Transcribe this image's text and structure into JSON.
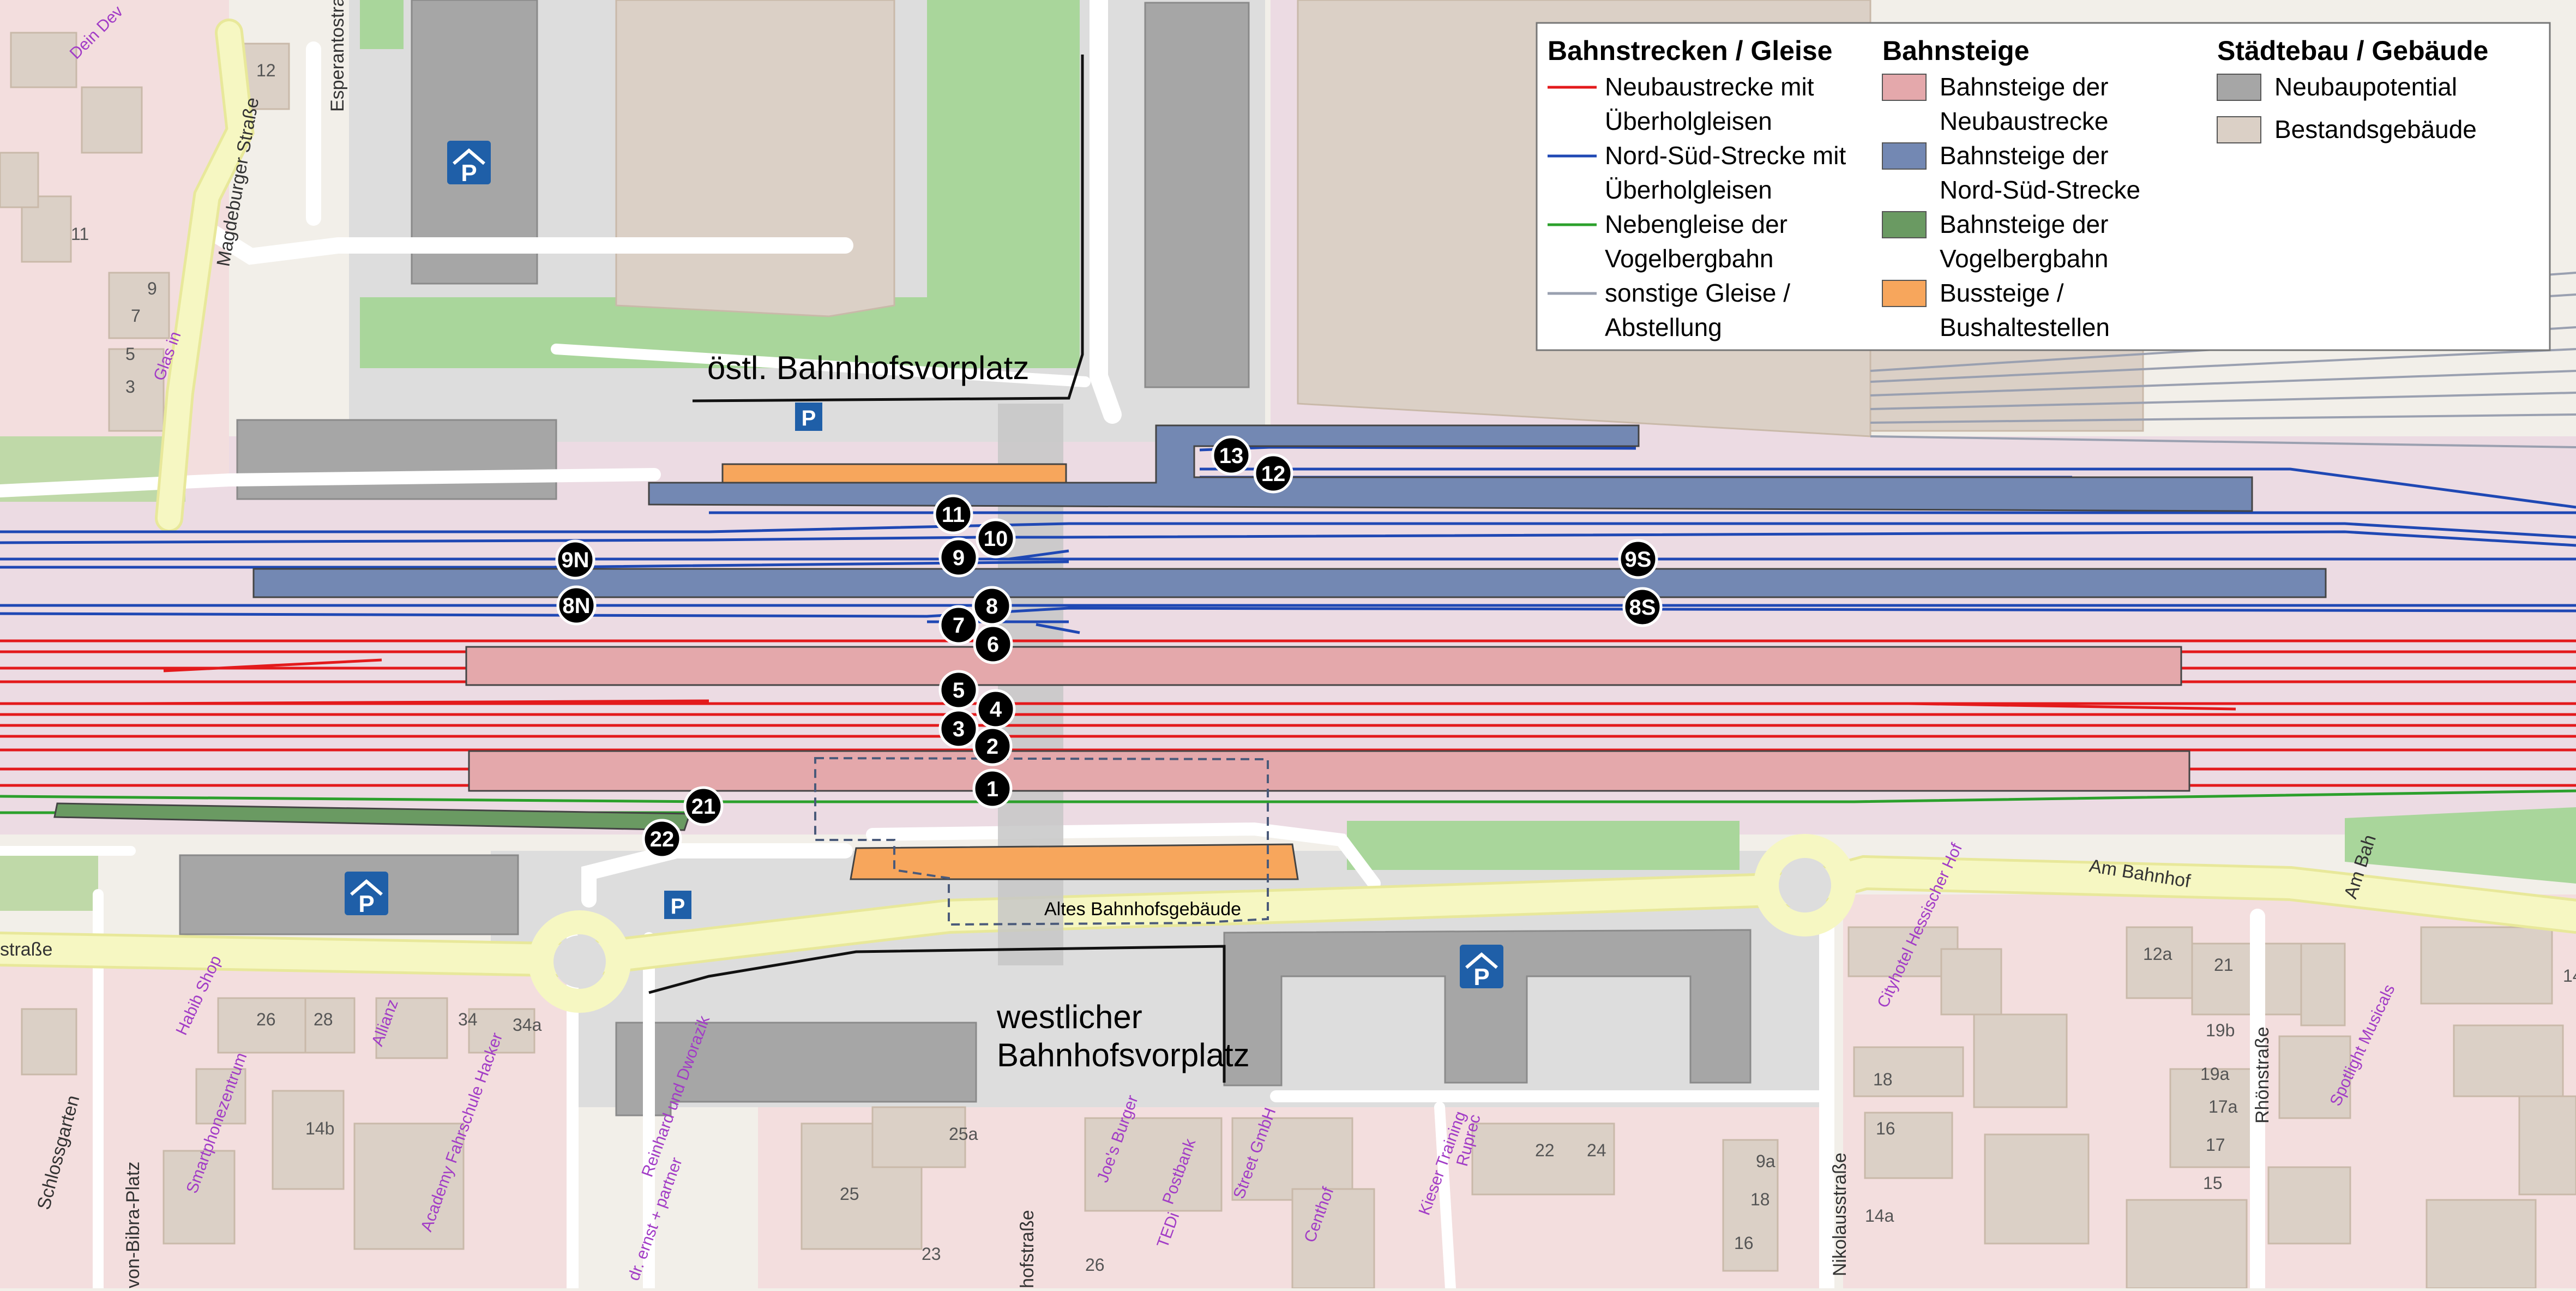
{
  "colors": {
    "neubau_track": "#e31a1c",
    "nordsued_track": "#1f48b4",
    "vogelsberg_track": "#2ca02c",
    "other_track": "#9aa0b0",
    "neubau_platform": "#e4a8ab",
    "nordsued_platform": "#7388b3",
    "vogelsberg_platform": "#6a9a62",
    "bus_platform": "#f7a65c",
    "neubaupotential": "#a6a6a6",
    "bestand": "#dbd0c6",
    "green_area": "#a9d69b",
    "road_yellow": "#f6f7c2",
    "parking_blue": "#1f5fa8"
  },
  "labels": {
    "east_square": "östl. Bahnhofsvorplatz",
    "west_square_line1": "westlicher",
    "west_square_line2": "Bahnhofsvorplatz",
    "old_station": "Altes Bahnhofsgebäude",
    "parking": "P"
  },
  "legend": {
    "col1_title": "Bahnstrecken / Gleise",
    "col1_items": [
      {
        "line1": "Neubaustrecke mit",
        "line2": "Überholgleisen",
        "kind": "neubau_track"
      },
      {
        "line1": "Nord-Süd-Strecke mit",
        "line2": "Überholgleisen",
        "kind": "nordsued_track"
      },
      {
        "line1": "Nebengleise der",
        "line2": "Vogelbergbahn",
        "kind": "vogelsberg_track"
      },
      {
        "line1": "sonstige Gleise /",
        "line2": "Abstellung",
        "kind": "other_track"
      }
    ],
    "col2_title": "Bahnsteige",
    "col2_items": [
      {
        "line1": "Bahnsteige der",
        "line2": "Neubaustrecke",
        "kind": "neubau_platform"
      },
      {
        "line1": "Bahnsteige der",
        "line2": "Nord-Süd-Strecke",
        "kind": "nordsued_platform"
      },
      {
        "line1": "Bahnsteige der",
        "line2": "Vogelbergbahn",
        "kind": "vogelsberg_platform"
      },
      {
        "line1": "Bussteige /",
        "line2": "Bushaltestellen",
        "kind": "bus_platform"
      }
    ],
    "col3_title": "Städtebau / Gebäude",
    "col3_items": [
      {
        "line1": "Neubaupotential",
        "kind": "neubaupotential"
      },
      {
        "line1": "Bestandsgebäude",
        "kind": "bestand"
      }
    ]
  },
  "tracks": {
    "n13": "13",
    "n12": "12",
    "n11": "11",
    "n10": "10",
    "n9": "9",
    "n9N": "9N",
    "n9S": "9S",
    "n8": "8",
    "n8N": "8N",
    "n8S": "8S",
    "n7": "7",
    "n6": "6",
    "n5": "5",
    "n4": "4",
    "n3": "3",
    "n2": "2",
    "n1": "1",
    "n21": "21",
    "n22": "22"
  },
  "streets": {
    "magdeburger": "Magdeburger Straße",
    "esperanto": "Esperantostra",
    "am_bahnhof": "Am Bahnhof",
    "rhoen": "Rhönstraße",
    "nikolaus": "Nikolausstraße",
    "bahnhofstr": "hofstraße",
    "vonbibra": "von-Bibra-Platz",
    "strasse_left": "straße",
    "schlossgarten": "Schlossgarten",
    "am_bah": "Am Bah"
  },
  "pois": {
    "dein_dev": "Dein Dev",
    "glas_in": "Glas in",
    "habib": "Habib Shop",
    "smartphone": "Smartphonezentrum",
    "allianz": "Allianz",
    "academy": "Academy Fahrschule Hacker",
    "reinhard": "Reinhard und Dworazik",
    "drernst": "dr. ernst + partner",
    "joes": "Joe's Burger",
    "postbank": "Postbank",
    "fedi": "TEDi",
    "street_gmbh": "Street GmbH",
    "centhof": "Centhof",
    "kieser": "Kieser Training",
    "cityhotel": "Cityhotel Hessischer Hof",
    "spotlight": "Spotlight Musicals",
    "ruprec": "Ruprec"
  },
  "house_numbers": [
    "12",
    "11",
    "9",
    "7",
    "5",
    "3",
    "26",
    "28",
    "34",
    "34a",
    "14b",
    "25a",
    "25",
    "23",
    "26",
    "12a",
    "21",
    "19b",
    "19a",
    "17a",
    "17",
    "15",
    "14",
    "18",
    "16",
    "14a",
    "22",
    "24",
    "9a",
    "18",
    "16"
  ]
}
